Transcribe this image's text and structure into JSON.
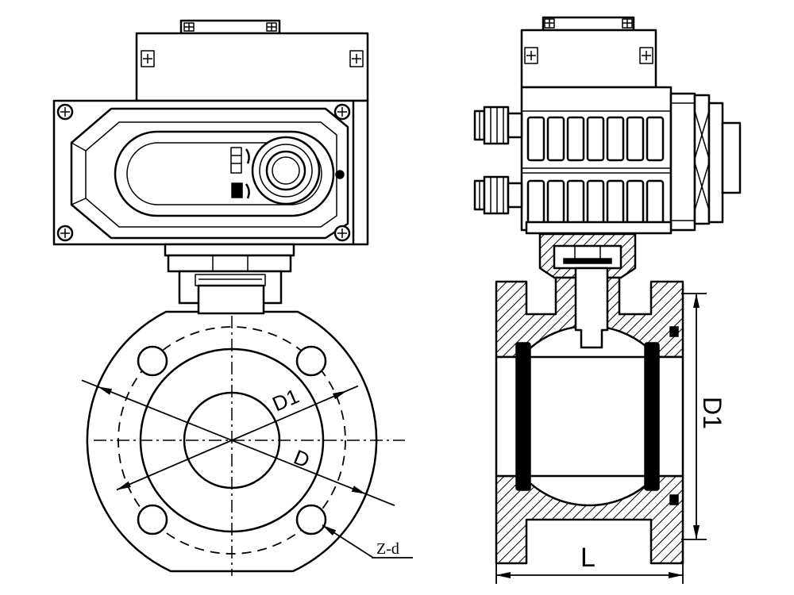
{
  "labels": {
    "front_d1": "D1",
    "front_d": "D",
    "bolt_holes": "Z-d",
    "side_length": "L",
    "side_d1": "D1"
  },
  "colors": {
    "line": "#000000",
    "background": "#ffffff"
  }
}
